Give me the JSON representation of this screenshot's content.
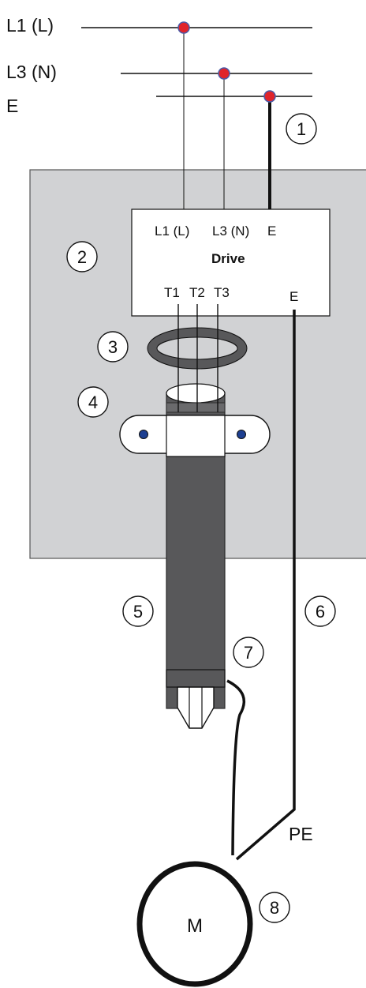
{
  "lines": {
    "l1": "L1 (L)",
    "l3": "L3 (N)",
    "e": "E"
  },
  "drive": {
    "title": "Drive",
    "in_l1": "L1 (L)",
    "in_l3": "L3 (N)",
    "in_e": "E",
    "out_t1": "T1",
    "out_t2": "T2",
    "out_t3": "T3",
    "out_e": "E"
  },
  "callouts": [
    "1",
    "2",
    "3",
    "4",
    "5",
    "6",
    "7",
    "8"
  ],
  "pe_label": "PE",
  "motor_label": "M",
  "colors": {
    "panel": "#d1d2d4",
    "cable": "#58585a",
    "node": "#e0242b",
    "screw": "#1d3f91"
  }
}
